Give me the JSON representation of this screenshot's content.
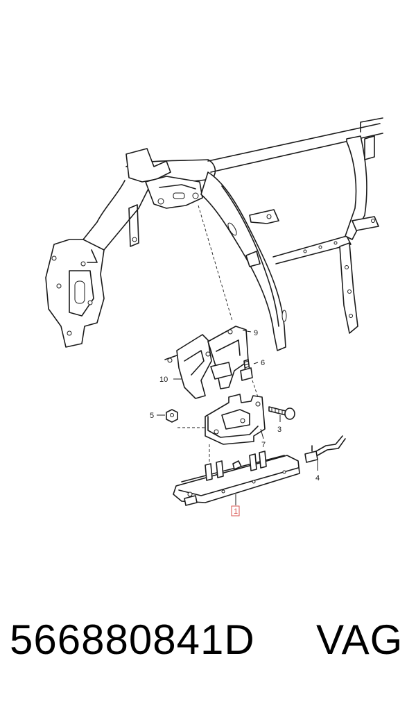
{
  "diagram": {
    "callouts": [
      {
        "id": "c1",
        "label": "1",
        "highlighted": true
      },
      {
        "id": "c3",
        "label": "3"
      },
      {
        "id": "c4",
        "label": "4"
      },
      {
        "id": "c5",
        "label": "5"
      },
      {
        "id": "c6",
        "label": "6"
      },
      {
        "id": "c7",
        "label": "7"
      },
      {
        "id": "c9",
        "label": "9"
      },
      {
        "id": "c10",
        "label": "10"
      }
    ],
    "highlight_color": "#d9534f"
  },
  "footer": {
    "part_number": "566880841D",
    "brand": "VAG"
  }
}
